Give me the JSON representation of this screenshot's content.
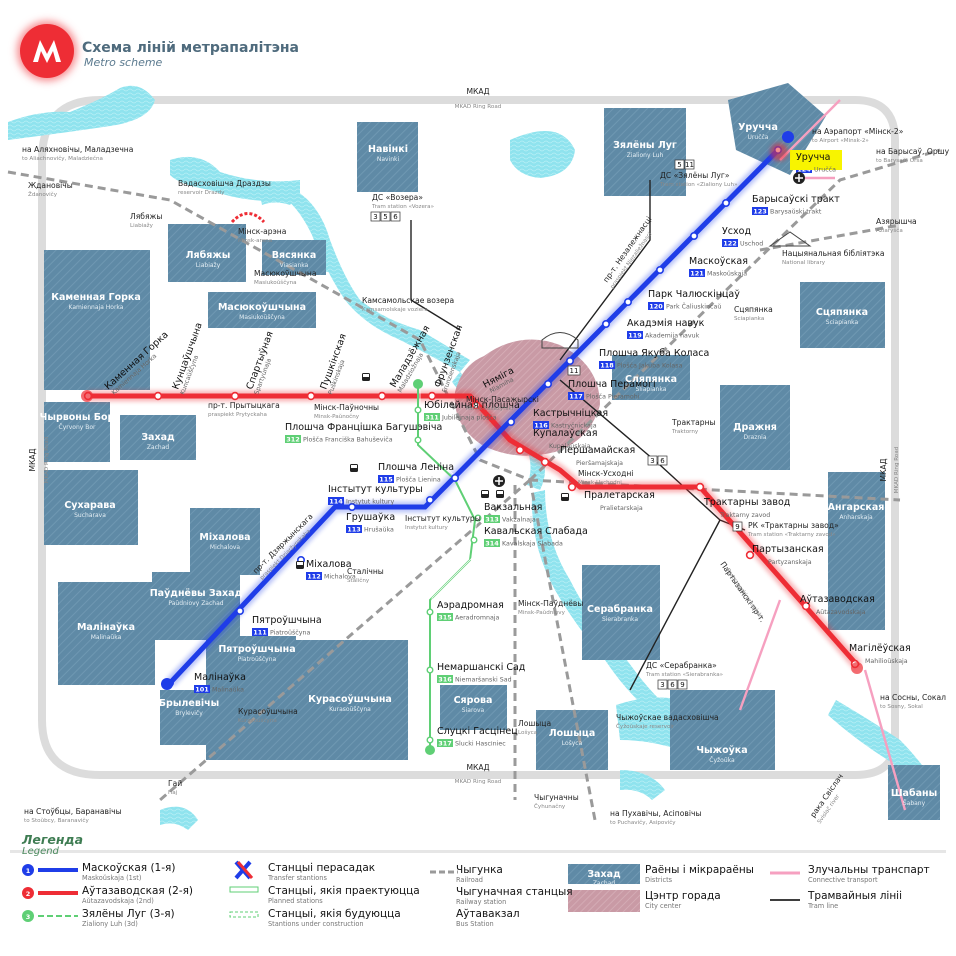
{
  "header": {
    "title": "Схема ліній метрапалітэна",
    "subtitle": "Metro scheme"
  },
  "ring_road": {
    "top_label": "МКАД",
    "top_label_t": "MKAD Ring Road",
    "bottom_label": "МКАД",
    "bottom_label_t": "MKAD Ring Road",
    "left_label": "МКАД",
    "left_label_t": "MKAD Ring Road",
    "right_label": "МКАД",
    "right_label_t": "MKAD Ring Road"
  },
  "colors": {
    "line1": "#1f3de8",
    "line2": "#ee2d35",
    "line3": "#5fcf75",
    "district": "#5f8aa6",
    "water": "#8fe3ee",
    "city_center": "#c99aa5",
    "tram": "#222222",
    "rail": "#9a9a9a",
    "connective": "#f6a0c0"
  },
  "districts": [
    {
      "name": "Навінкі",
      "t": "Navinki"
    },
    {
      "name": "Зялёны Луг",
      "t": "Zialiony Luh"
    },
    {
      "name": "Уручча",
      "t": "Uručča"
    },
    {
      "name": "Лябяжы",
      "t": "Liabiažy"
    },
    {
      "name": "Вясянка",
      "t": "Viasianka"
    },
    {
      "name": "Каменная Горка",
      "t": "Kamiennaja Horka"
    },
    {
      "name": "Масюкоўшчына",
      "t": "Masiukoŭščyna"
    },
    {
      "name": "Сцяпянка",
      "t": "Sciapianka"
    },
    {
      "name": "Сляпянка",
      "t": "Sliapianka"
    },
    {
      "name": "Чырвоны Бор",
      "t": "Čyrvony Bor"
    },
    {
      "name": "Захад",
      "t": "Zachad"
    },
    {
      "name": "Дражня",
      "t": "Draznia"
    },
    {
      "name": "Сухарава",
      "t": "Sucharava"
    },
    {
      "name": "Міхалова",
      "t": "Michalova"
    },
    {
      "name": "Паўднёвы Захад",
      "t": "Paŭdniovy Zachad"
    },
    {
      "name": "Ангарская",
      "t": "Anharskaja"
    },
    {
      "name": "Малінаўка",
      "t": "Malinaŭka"
    },
    {
      "name": "Пятроўшчына",
      "t": "Piatroŭščyna"
    },
    {
      "name": "Серабранка",
      "t": "Sierabranka"
    },
    {
      "name": "Курасоўшчына",
      "t": "Kurasoŭščyna"
    },
    {
      "name": "Брылевічы",
      "t": "Brylevičy"
    },
    {
      "name": "Сярова",
      "t": "Siarova"
    },
    {
      "name": "Лошыца",
      "t": "Lošyca"
    },
    {
      "name": "Чыжоўка",
      "t": "Čyžoŭka"
    },
    {
      "name": "Шабаны",
      "t": "Šabany"
    }
  ],
  "line1": {
    "name": "Маскоўская (1-я)",
    "t": "Maskoŭskaja (1st)",
    "stations": [
      {
        "num": "101",
        "name": "Малінаўка",
        "t": "Malinaŭka"
      },
      {
        "num": "111",
        "name": "Пятроўшчына",
        "t": "Piatroŭščyna"
      },
      {
        "num": "112",
        "name": "Міхалова",
        "t": "Michalova"
      },
      {
        "num": "113",
        "name": "Грушаўка",
        "t": "Hrušaŭka"
      },
      {
        "num": "114",
        "name": "Інстытут культуры",
        "t": "Instytut kultury"
      },
      {
        "num": "115",
        "name": "Плошча Леніна",
        "t": "Plošča Lienina"
      },
      {
        "num": "116",
        "name": "Кастрычніцкая",
        "t": "Kastryčnickaja"
      },
      {
        "num": "117",
        "name": "Плошча Перамогі",
        "t": "Plošča Pieramohi"
      },
      {
        "num": "118",
        "name": "Плошча Якуба Коласа",
        "t": "Plošča Jakuba Kolasa"
      },
      {
        "num": "119",
        "name": "Акадэмія навук",
        "t": "Akademija navuk"
      },
      {
        "num": "120",
        "name": "Парк Чалюскінцаў",
        "t": "Park Čaliuskincaŭ"
      },
      {
        "num": "121",
        "name": "Маскоўская",
        "t": "Maskoŭskaja"
      },
      {
        "num": "122",
        "name": "Усход",
        "t": "Uschod"
      },
      {
        "num": "123",
        "name": "Барысаўскі тракт",
        "t": "Barysaŭski trakt"
      },
      {
        "num": "124",
        "name": "Уручча",
        "t": "Uručča"
      }
    ]
  },
  "line2": {
    "name": "Аўтазаводская (2-я)",
    "t": "Aŭtazavodskaja (2nd)",
    "stations": [
      {
        "name": "Каменная Горка",
        "t": "Kamiennaja Horka"
      },
      {
        "name": "Кунцаўшчына",
        "t": "Kuncaŭščyna"
      },
      {
        "name": "Спартыўная",
        "t": "Spartyŭnaja"
      },
      {
        "name": "Пушкінская",
        "t": "Puškinskaja"
      },
      {
        "name": "Маладзёжная",
        "t": "Maladziožnaja"
      },
      {
        "name": "Фрунзенская",
        "t": "Frunzienskaja"
      },
      {
        "name": "Няміга",
        "t": "Niamiha"
      },
      {
        "name": "Купалаўская",
        "t": "Kupalaŭskaja"
      },
      {
        "name": "Першамайская",
        "t": "Pieršamajskaja"
      },
      {
        "name": "Пралетарская",
        "t": "Pralietarskaja"
      },
      {
        "name": "Трактарны завод",
        "t": "Traktarny zavod"
      },
      {
        "name": "Партызанская",
        "t": "Partyzanskaja"
      },
      {
        "name": "Аўтазаводская",
        "t": "Aŭtazavodskaja"
      },
      {
        "name": "Магілёўская",
        "t": "Mahilioŭskaja"
      }
    ]
  },
  "line3": {
    "name": "Зялёны Луг (3-я)",
    "t": "Zialiony Luh (3d)",
    "stations": [
      {
        "num": "311",
        "name": "Юбілейная плошча",
        "t": "Jubilejnaja plošča"
      },
      {
        "num": "312",
        "name": "Плошча Францішка Багушэвіча",
        "t": "Plošča Franciška Bahuševiča"
      },
      {
        "num": "313",
        "name": "Вакзальная",
        "t": "Vakzalnaja"
      },
      {
        "num": "314",
        "name": "Кавальская Слабада",
        "t": "Kavalskaja Slabada"
      },
      {
        "num": "315",
        "name": "Аэрадромная",
        "t": "Aeradromnaja"
      },
      {
        "num": "316",
        "name": "Немаршанскі Сад",
        "t": "Niemaršanski Sad"
      },
      {
        "num": "317",
        "name": "Слуцкі Гасцінец",
        "t": "Slucki Hascіniec"
      }
    ]
  },
  "other_labels": {
    "lake_drozdy": "Вадасховішча Драздзы",
    "lake_drozdy_t": "reservoir Drazdy",
    "minsk_arena": "Мінск-арэна",
    "minsk_arena_t": "Minsk-arena",
    "lake_komsomol": "Камсамольскае возера",
    "lake_komsomol_t": "Kamsamolskaje voziera",
    "tram_vozera": "ДС «Возера»",
    "tram_vozera_t": "Tram station «Vozera»",
    "tram_zl": "ДС «Зялёны Луг»",
    "tram_zl_t": "Tram station «Zialiony Luh»",
    "tram_serabranka": "ДС «Серабранка»",
    "tram_serabranka_t": "Tram station «Sierabranka»",
    "tram_rk": "РК «Трактарны завод»",
    "tram_rk_t": "Tram station «Traktarny zavod»",
    "airport": "на Аэрапорт «Мінск-2»",
    "airport_t": "to Airport «Minsk-2»",
    "barysau": "на Барысаў, Оршу",
    "barysau_t": "to Barysaŭ, Orša",
    "aliakh": "на Аляхновічы, Маладзечна",
    "aliakh_t": "to Aliachnovičy, Maladziečna",
    "zdanovichy": "Ждановічы",
    "zdanovichy_t": "Ždanovičy",
    "liabiazy": "Лябяжы",
    "liabiazy_t": "Liabiažy",
    "masiukouscyna_st": "Масюкоўшчына",
    "masiukouscyna_st_t": "Masiukoŭščyna",
    "azyarysca": "Азярышча",
    "azyarysca_t": "Aziaryšča",
    "sciapianka_st": "Сцяпянка",
    "sciapianka_st_t": "Sciapianka",
    "traktarny": "Трактарны",
    "traktarny_t": "Traktorny",
    "minsk_pasaznirski": "Мінск-Пасажырскі",
    "minsk_pasaznirski_t": "Minsk-Pasažyrski",
    "minsk_uschodni": "Мінск-Усходні",
    "minsk_uschodni_t": "Minsk-Uschodni",
    "minsk_paunochny": "Мінск-Паўночны",
    "minsk_paunochny_t": "Minsk-Paŭnočny",
    "minsk_pauniovy": "Мінск-Паўднёвы",
    "minsk_pauniovy_t": "Minsk-Paŭdniovy",
    "stalichny": "Сталічны",
    "stalichny_t": "Staličny",
    "instytut_rail": "Інстытут культуры",
    "instytut_rail_t": "Instytut kultury",
    "kurasouscyna_st": "Курасоўшчына",
    "kurasouscyna_st_t": "Kurasoŭščyna",
    "lošyca_st": "Лошыца",
    "lošyca_st_t": "Lošyca",
    "hai": "Гай",
    "hai_t": "Haj",
    "stoubcy": "на Стоўбцы, Баранавічы",
    "stoubcy_t": "to Stoŭbcy, Baranavičy",
    "cyhunachny": "Чыгуначны",
    "cyhunachny_t": "Čyhunačny",
    "puchavicy": "на Пухавічы, Асіповічы",
    "puchavicy_t": "to Puchavičy, Asipovičy",
    "sosny": "на Сосны, Сокал",
    "sosny_t": "to Sosny, Sokal",
    "chyzouka_res": "Чыжоўскае вадасховішча",
    "chyzouka_res_t": "Čyžoŭskaje reservoir",
    "svislac": "рака Свіслач",
    "svislac_t": "Svislač river",
    "praspiekt_pr": "пр-т. Прытыцкага",
    "praspiekt_pr_t": "praspiekt Prytyckaha",
    "praspiekt_nez": "пр-т. Незалежнасці",
    "praspiekt_nez_t": "praspiekt Niezaliežnasci",
    "praspiekt_dz": "пр-т. Дзяржынскага",
    "praspiekt_dz_t": "praspiekt Dziaržynskaha",
    "praspiekt_part": "Партызанскі пр-т.",
    "praspiekt_part_t": "Partyzanski praspiekt",
    "library": "Нацыянальная бібліятэка",
    "library_t": "National library",
    "kamennaja_horka_rail": "Мінск-Паўночны",
    "tram_nums_zl": [
      "5",
      "11"
    ],
    "tram_nums_vozera": [
      "3",
      "5",
      "6"
    ],
    "tram_nums_3_6": [
      "3",
      "6"
    ],
    "tram_nums_9": [
      "9"
    ],
    "tram_nums_sera": [
      "3",
      "6",
      "9"
    ],
    "tram_num_11": "11"
  },
  "legend": {
    "title": "Легенда",
    "subtitle": "Legend",
    "items": [
      {
        "label": "Маскоўская (1-я)",
        "t": "Maskoŭskaja (1st)"
      },
      {
        "label": "Аўтазаводская (2-я)",
        "t": "Aŭtazavodskaja (2nd)"
      },
      {
        "label": "Зялёны Луг (3-я)",
        "t": "Zialiony Luh (3d)"
      },
      {
        "label": "Станцыі перасадак",
        "t": "Transfer stantions"
      },
      {
        "label": "Станцыі, якія праектуюцца",
        "t": "Planned stations"
      },
      {
        "label": "Станцыі, якія будуюцца",
        "t": "Stantions under construction"
      },
      {
        "label": "Чыгунка",
        "t": "Railroad"
      },
      {
        "label": "Чыгуначная станцыя",
        "t": "Railway station"
      },
      {
        "label": "Аўтавакзал",
        "t": "Bus Station"
      },
      {
        "label": "Раёны і мікрараёны",
        "t": "Districts"
      },
      {
        "label": "Цэнтр горада",
        "t": "City center"
      },
      {
        "label": "Злучальны транспарт",
        "t": "Connective transport"
      },
      {
        "label": "Трамвайныя лініі",
        "t": "Tram line"
      }
    ],
    "district_sample": "Захад",
    "district_sample_t": "Zachad"
  }
}
